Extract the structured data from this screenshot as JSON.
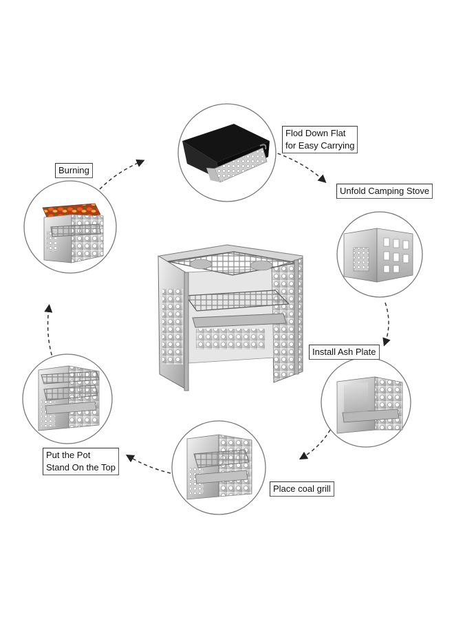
{
  "steps": [
    {
      "label_lines": [
        "Flod Down Flat",
        "for Easy Carrying"
      ],
      "icon": "folded-stove-bag-icon"
    },
    {
      "label_lines": [
        "Unfold Camping Stove"
      ],
      "icon": "unfolded-stove-icon"
    },
    {
      "label_lines": [
        "Install Ash Plate"
      ],
      "icon": "stove-with-ash-plate-icon"
    },
    {
      "label_lines": [
        "Place coal grill"
      ],
      "icon": "stove-with-coal-grill-icon"
    },
    {
      "label_lines": [
        "Put the Pot",
        "Stand On the Top"
      ],
      "icon": "stove-with-pot-stand-icon"
    },
    {
      "label_lines": [
        "Burning"
      ],
      "icon": "burning-stove-icon"
    }
  ],
  "center_product": {
    "icon": "assembled-stainless-camping-stove-icon"
  },
  "colors": {
    "steel_light": "#e8e8e8",
    "steel_mid": "#c4c4c4",
    "steel_dark": "#8e8e8e",
    "bag_black": "#151515",
    "flame_orange": "#e2611c",
    "circle_border": "#777777",
    "arrow": "#333333"
  }
}
